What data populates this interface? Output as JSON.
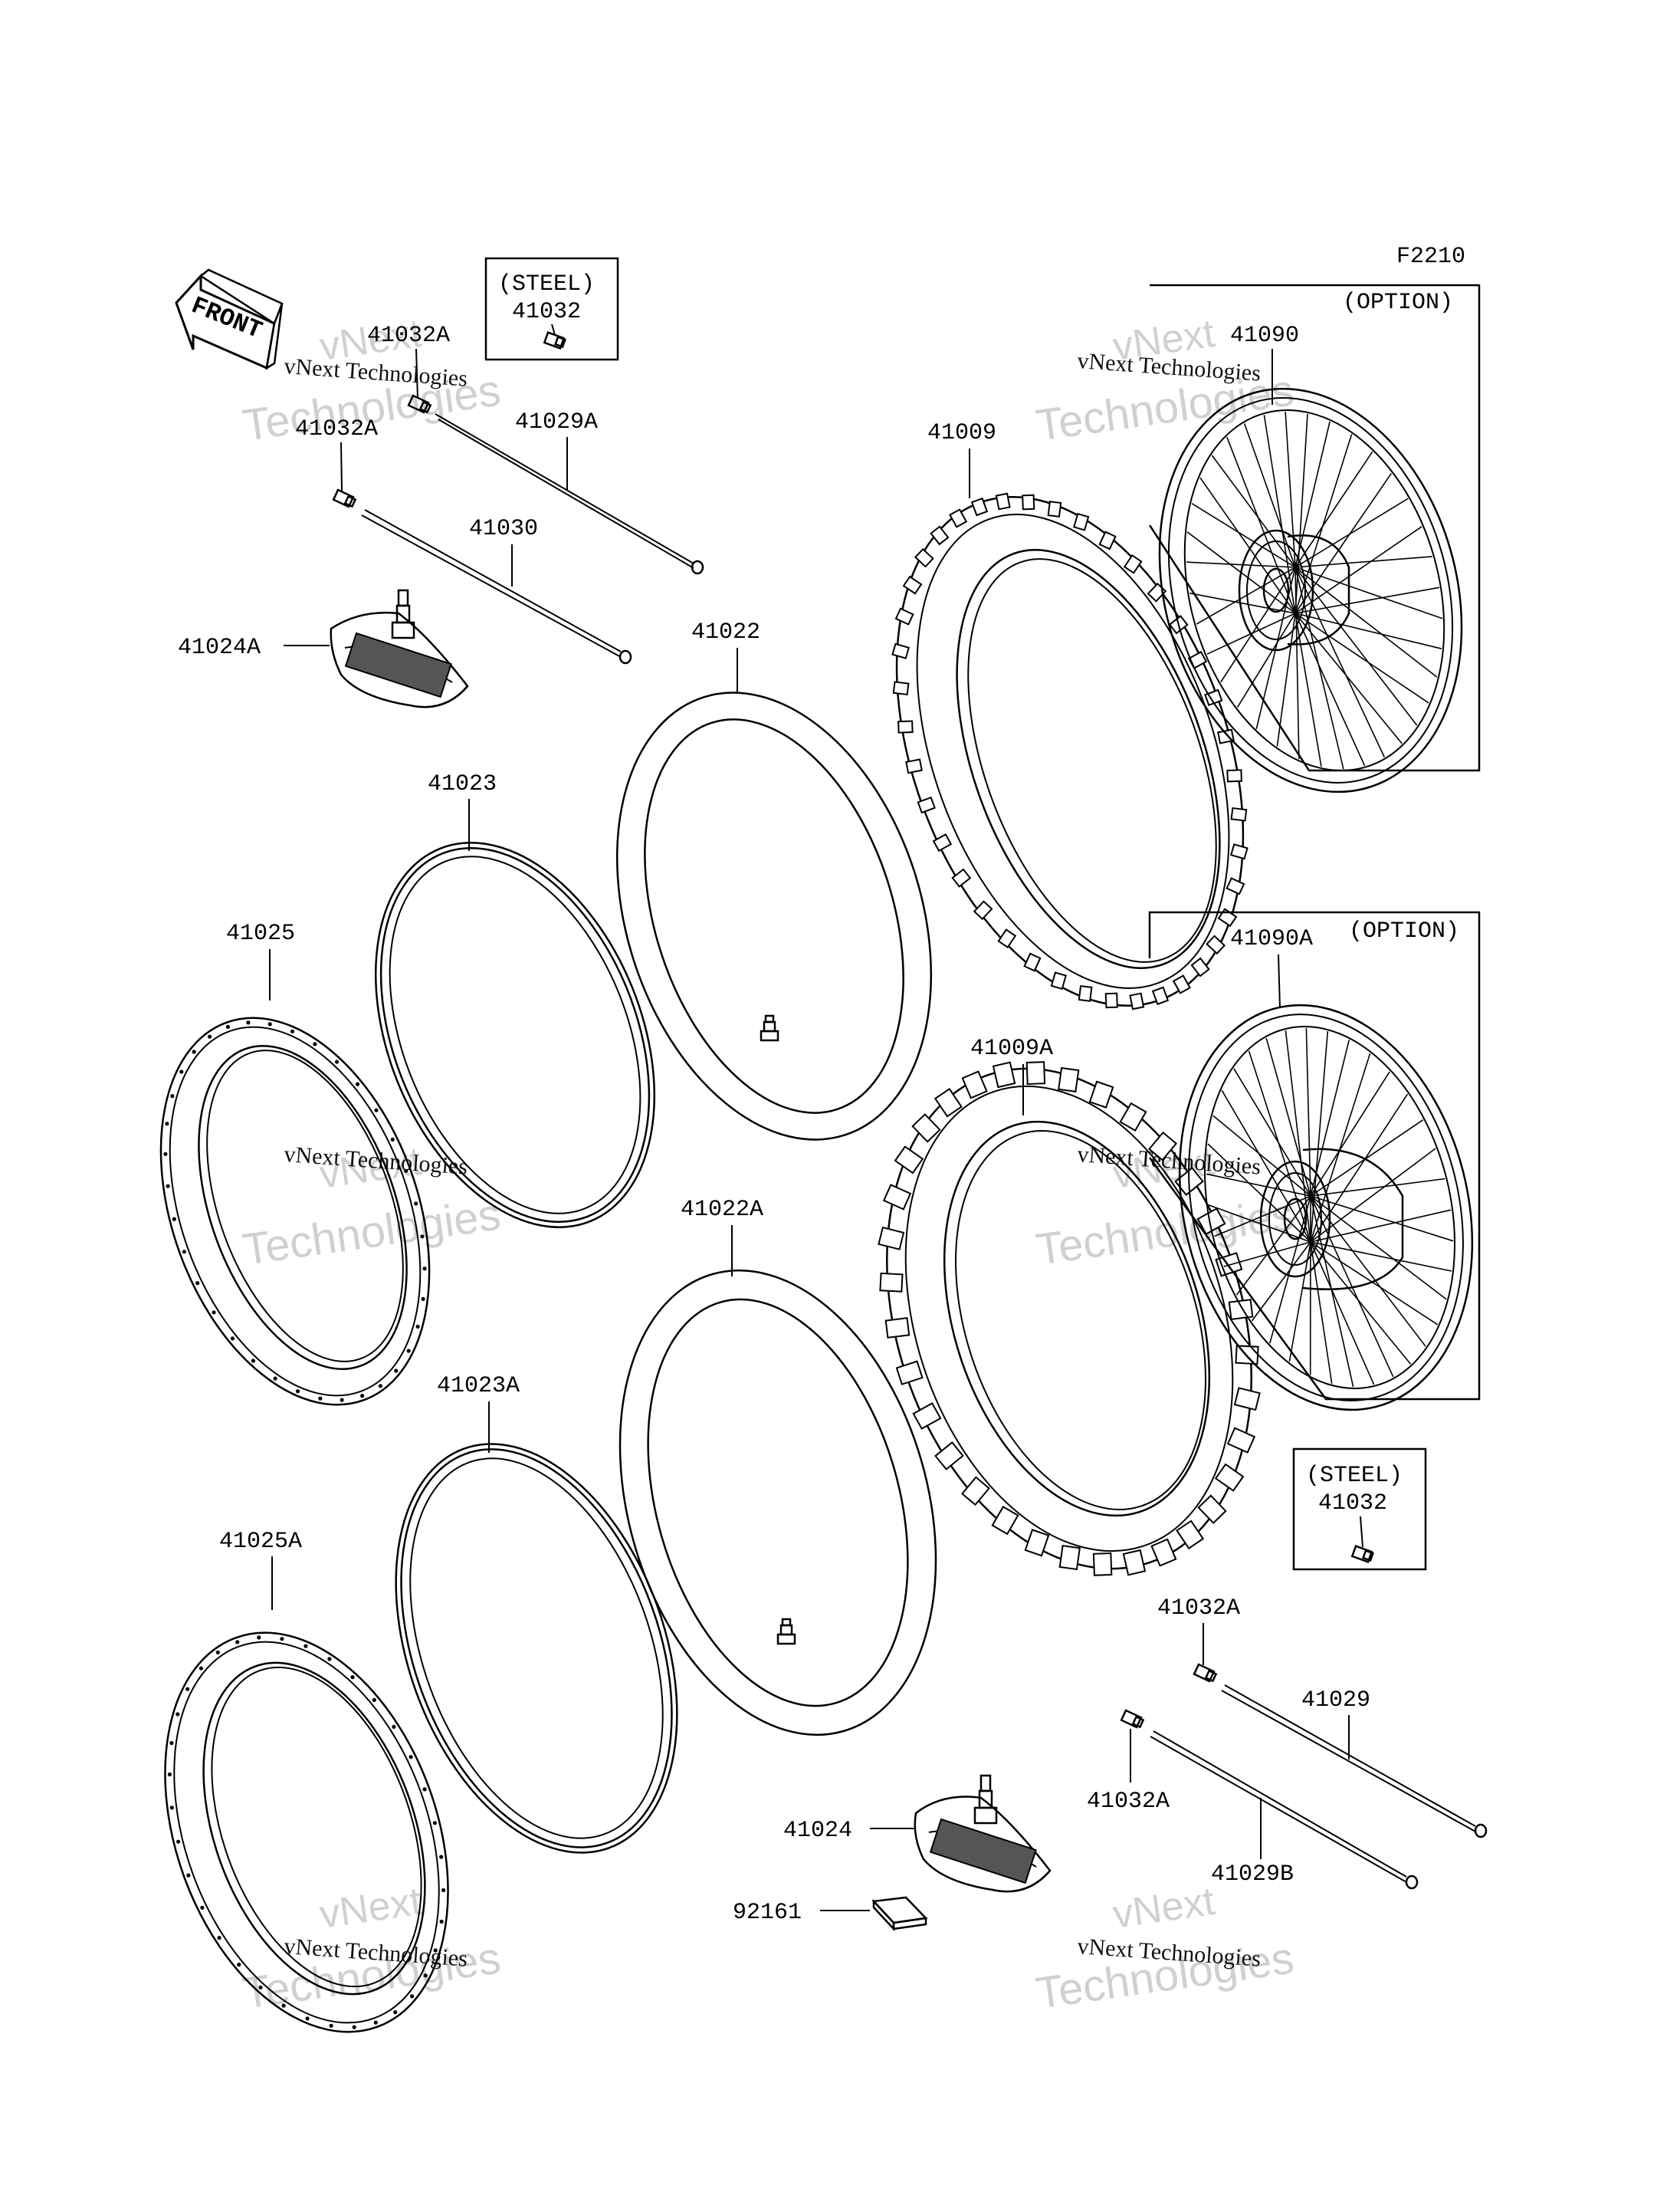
{
  "figure_code": "F2210",
  "front_label": "FRONT",
  "watermark": {
    "line1": "vNext Technologies",
    "line2": "vNext",
    "line3": "Technologies"
  },
  "boxes": {
    "steel_top": {
      "title": "(STEEL)",
      "part": "41032"
    },
    "steel_bottom": {
      "title": "(STEEL)",
      "part": "41032"
    },
    "option_top": {
      "title": "(OPTION)",
      "part": "41090"
    },
    "option_bottom": {
      "title": "(OPTION)",
      "part": "41090A"
    }
  },
  "parts": {
    "p41032A_1": "41032A",
    "p41032A_2": "41032A",
    "p41032A_3": "41032A",
    "p41032A_4": "41032A",
    "p41029A": "41029A",
    "p41030": "41030",
    "p41024A": "41024A",
    "p41009": "41009",
    "p41022": "41022",
    "p41023": "41023",
    "p41025": "41025",
    "p41009A": "41009A",
    "p41022A": "41022A",
    "p41023A": "41023A",
    "p41025A": "41025A",
    "p41029": "41029",
    "p41029B": "41029B",
    "p41024": "41024",
    "p92161": "92161"
  }
}
